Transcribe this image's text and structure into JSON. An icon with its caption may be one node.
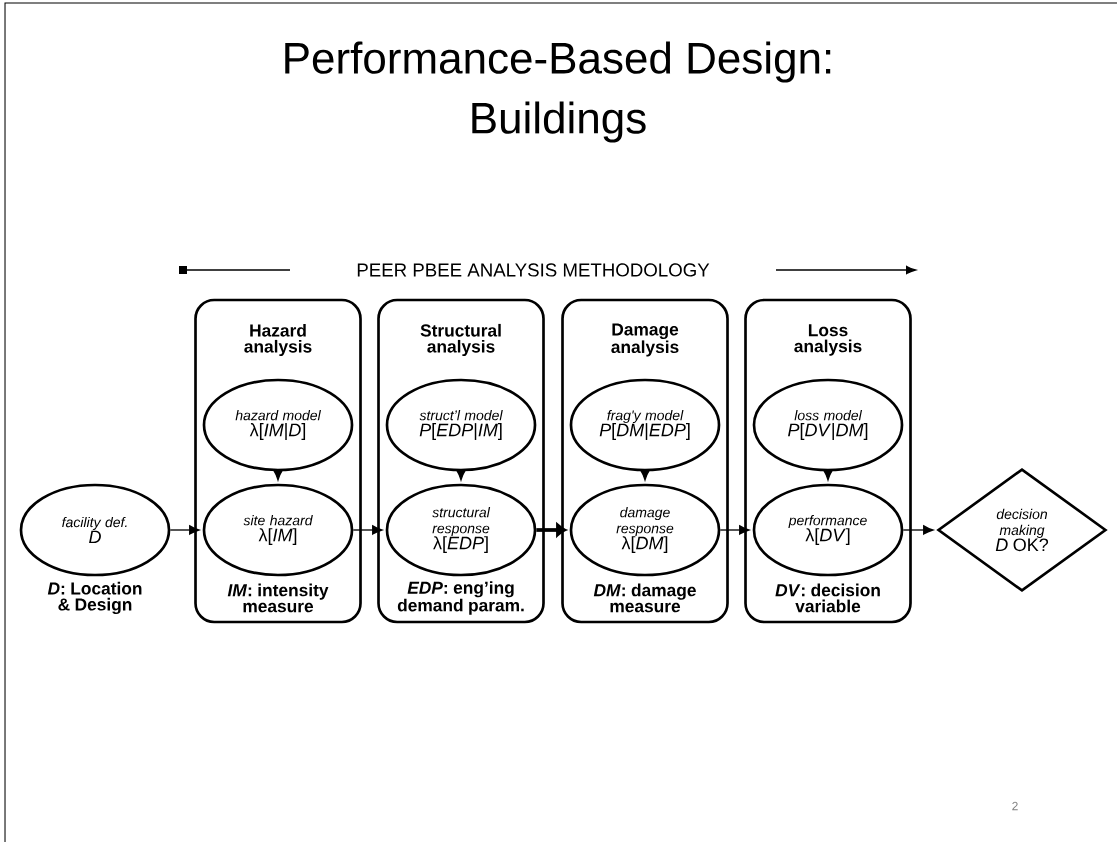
{
  "diagram": {
    "title": "Performance-Based Design: Buildings",
    "nodes": [
      {
        "text": [
          "facility def.",
          "*D*"
        ],
        "beside": [
          "*D*: Location & Design"
        ]
      },
      {
        "text": [
          "Hazard analysis",
          "*IM*: intensity measure"
        ]
      },
      {
        "text": [
          "hazard model",
          "λ[*IM*|*D*]"
        ],
        "in": 1
      },
      {
        "text": [
          "site hazard",
          "λ[*IM*]"
        ],
        "in": 1
      },
      {
        "text": [
          "Structural analysis",
          "*EDP*: eng’ing demand param."
        ]
      },
      {
        "text": [
          "struct’l model",
          "*P*[*EDP*|*IM*]"
        ],
        "in": 4
      },
      {
        "text": [
          "structural response",
          "λ[*EDP*]"
        ],
        "in": 4
      },
      {
        "text": [
          "Damage analysis",
          "*DM*: damage measure"
        ]
      },
      {
        "text": [
          "frag'y model",
          "*P*[*DM*|*EDP*]"
        ],
        "in": 7
      },
      {
        "text": [
          "damage response",
          "λ[*DM*]"
        ],
        "in": 7
      },
      {
        "text": [
          "Loss analysis",
          "*DV*: decision variable"
        ]
      },
      {
        "text": [
          "loss model",
          "*P*[*DV*|*DM*]"
        ],
        "in": 10
      },
      {
        "text": [
          "performance",
          "λ[*DV*]"
        ],
        "in": 10
      },
      {
        "text": [
          "decision making",
          "*D* OK?"
        ]
      }
    ],
    "edges": [
      {
        "from": 0,
        "to": 3,
        "arrow": "to"
      },
      {
        "from": 2,
        "to": 3,
        "arrow": "to"
      },
      {
        "from": 3,
        "to": 6,
        "arrow": "to"
      },
      {
        "from": 5,
        "to": 6,
        "arrow": "to"
      },
      {
        "from": 6,
        "to": 9,
        "arrow": "to",
        "style": "thick"
      },
      {
        "from": 8,
        "to": 9,
        "arrow": "to"
      },
      {
        "from": 9,
        "to": 12,
        "arrow": "to"
      },
      {
        "from": 11,
        "to": 12,
        "arrow": "to"
      },
      {
        "from": 12,
        "to": 13,
        "arrow": "to"
      }
    ],
    "labels": [
      "PEER PBEE ANALYSIS METHODOLOGY",
      "2"
    ]
  }
}
